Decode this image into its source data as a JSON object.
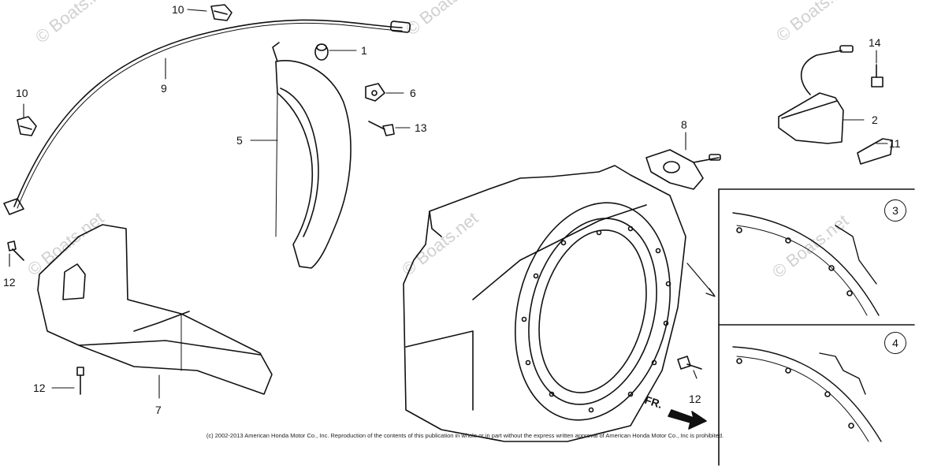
{
  "watermark_text": "© Boats.net",
  "copyright": "(c) 2002-2013 American Honda Motor Co., Inc. Reproduction of the contents of this publication in whole or in part without the express written approval of American Honda Motor Co., Inc is prohibited.",
  "callouts": {
    "p1": "1",
    "p2": "2",
    "p5": "5",
    "p6": "6",
    "p7": "7",
    "p8": "8",
    "p9": "9",
    "p10a": "10",
    "p10b": "10",
    "p11": "11",
    "p12a": "12",
    "p12b": "12",
    "p12c": "12",
    "p13": "13",
    "p14": "14"
  },
  "details": {
    "d3": "3",
    "d4": "4"
  },
  "fr_label": "FR."
}
